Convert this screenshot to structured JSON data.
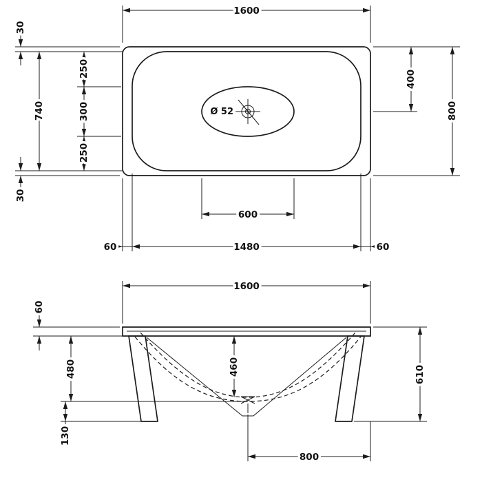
{
  "plan": {
    "overall_length": "1600",
    "overall_width": "800",
    "rim_top": "30",
    "rim_bottom": "30",
    "basin_width": "740",
    "seg_top": "250",
    "seg_middle": "300",
    "seg_bottom": "250",
    "drain_from_top": "400",
    "floor_length": "600",
    "rim_left": "60",
    "basin_length": "1480",
    "rim_right": "60",
    "drain_diameter": "Ø 52"
  },
  "elevation": {
    "overall_length": "1600",
    "rim_height": "60",
    "body_height": "480",
    "inner_depth": "460",
    "overall_height": "610",
    "base_height": "130",
    "center_to_end": "800"
  }
}
